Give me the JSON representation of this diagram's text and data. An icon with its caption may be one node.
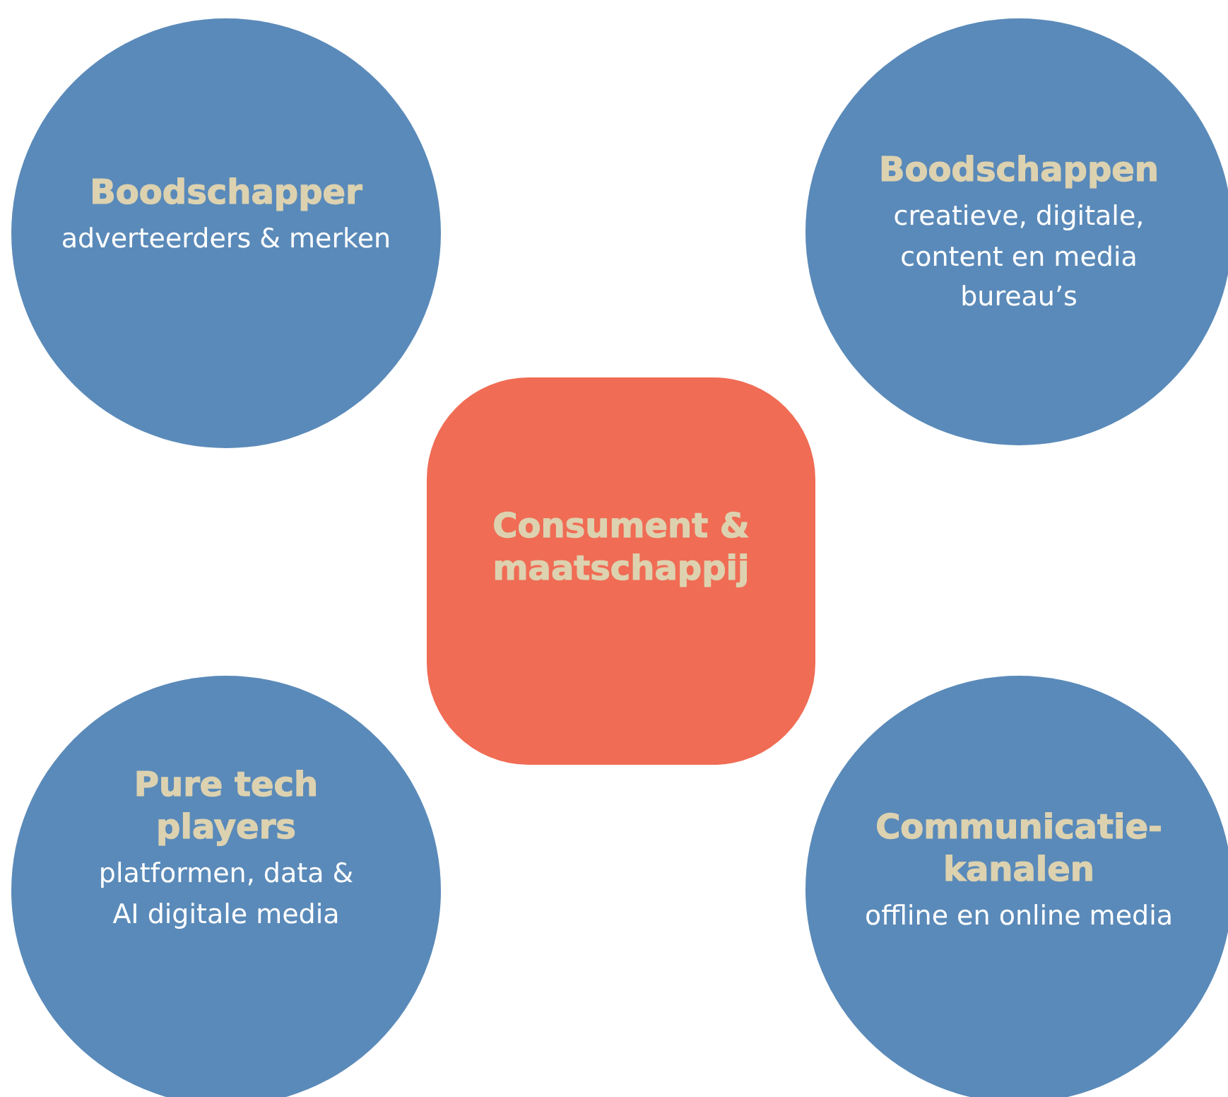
{
  "diagram": {
    "nodes": [
      {
        "text": [
          "Boodschapper",
          "adverteerders & merken"
        ]
      },
      {
        "text": [
          "Boodschappen",
          "creatieve, digitale, content en media bureau’s"
        ]
      },
      {
        "text": [
          "Consument & maatschappij"
        ]
      },
      {
        "text": [
          "Pure tech players",
          "platformen, data & AI digitale media"
        ]
      },
      {
        "text": [
          "Communicatie-kanalen",
          "offline en online media"
        ]
      }
    ]
  }
}
